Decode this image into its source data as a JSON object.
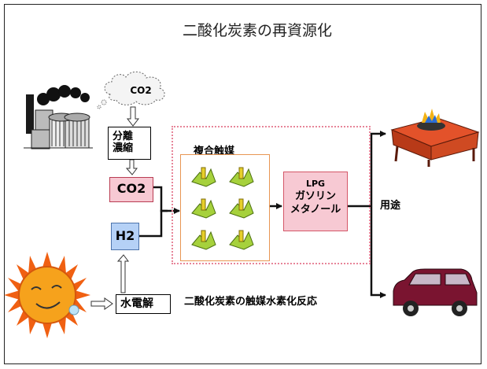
{
  "title": "二酸化炭素の再資源化",
  "cloud": {
    "label": "CO2"
  },
  "separation": {
    "line1": "分離",
    "line2": "濃縮"
  },
  "co2_box": {
    "label": "CO2"
  },
  "h2_box": {
    "label": "H2"
  },
  "electrolysis": {
    "label": "水電解"
  },
  "catalyst": {
    "title": "複合触媒"
  },
  "products": {
    "line1": "LPG",
    "line2": "ガソリン",
    "line3": "メタノール"
  },
  "use_label": "用途",
  "reaction_label": "二酸化炭素の触媒水素化反応",
  "colors": {
    "co2_fill": "#f7c9d3",
    "h2_fill": "#b5d1f6",
    "catalyst_border": "#e89653",
    "reaction_frame": "#e78599",
    "sun": "#f08a18",
    "stove": "#d5461d",
    "car": "#7a1430"
  },
  "icons": [
    "factory-icon",
    "cloud-icon",
    "catalyst-crystal-icon",
    "sun-icon",
    "stove-icon",
    "car-icon"
  ]
}
